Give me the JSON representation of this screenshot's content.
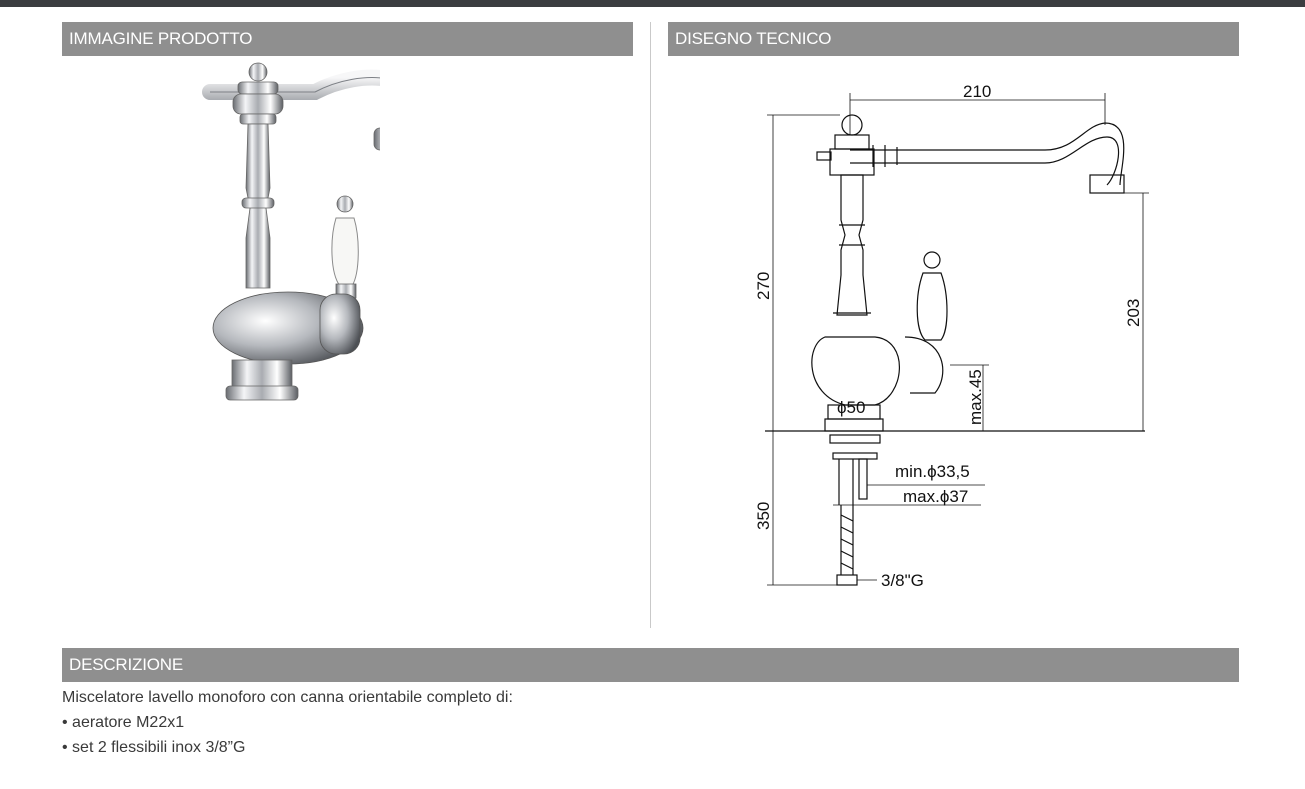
{
  "sections": {
    "product_image": {
      "title": "IMMAGINE PRODOTTO"
    },
    "technical_drawing": {
      "title": "DISEGNO TECNICO",
      "dimensions": {
        "width_spout": "210",
        "total_height": "270",
        "spout_height": "203",
        "max_thickness": "max.45",
        "base_diameter": "ϕ50",
        "hole_min": "min.ϕ33,5",
        "hole_max": "max.ϕ37",
        "hose_length": "350",
        "connection": "3/8\"G"
      }
    },
    "description": {
      "title": "DESCRIZIONE",
      "intro": "Miscelatore lavello monoforo con canna orientabile completo di:",
      "bullets": [
        "• aeratore M22x1",
        "• set 2 flessibili inox 3/8”G"
      ]
    }
  },
  "colors": {
    "header_bg": "#8f8f8f",
    "top_bar": "#3b3d40",
    "text": "#3a3a3a"
  }
}
